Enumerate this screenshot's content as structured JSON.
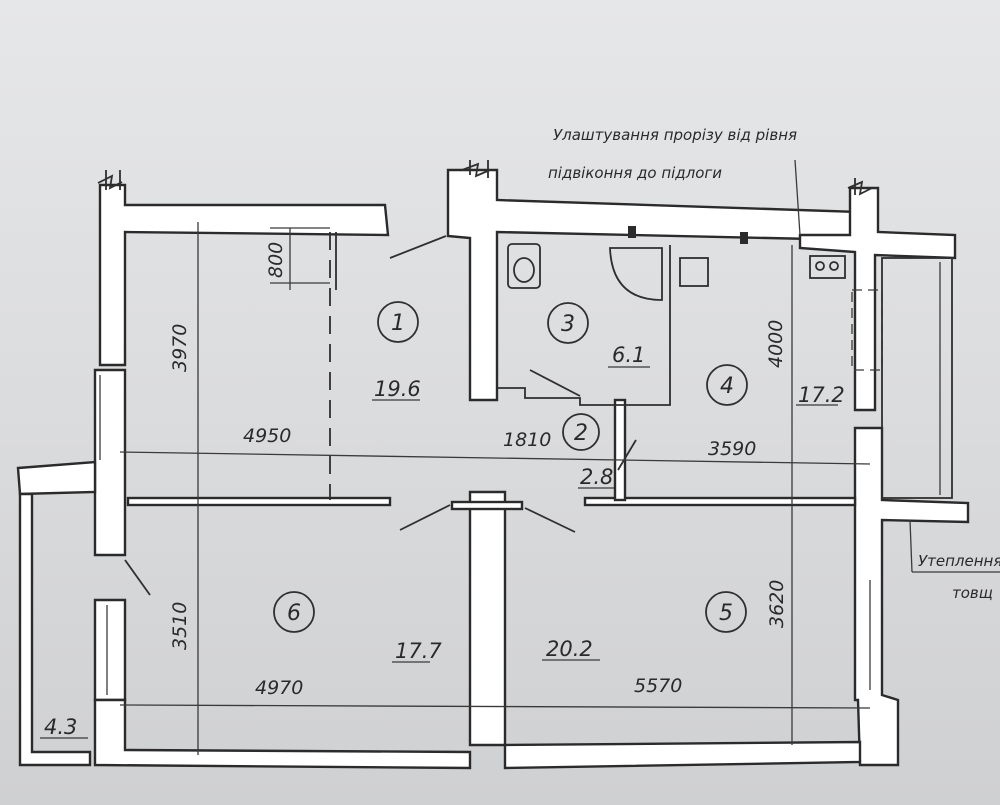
{
  "annotations": {
    "opening_line1": "Улаштування прорізу від рівня",
    "opening_line2": "підвіконня до підлоги",
    "insulation_line1": "Утеплення",
    "insulation_line2": "товщ"
  },
  "rooms": [
    {
      "number": "1",
      "area": "19.6"
    },
    {
      "number": "2",
      "area": "2.8"
    },
    {
      "number": "3",
      "area": "6.1"
    },
    {
      "number": "4",
      "area": "17.2"
    },
    {
      "number": "5",
      "area": "20.2"
    },
    {
      "number": "6",
      "area": "17.7"
    }
  ],
  "balcony_area": "4.3",
  "dimensions": {
    "d800": "800",
    "d3970": "3970",
    "d4950": "4950",
    "d1810": "1810",
    "d3590": "3590",
    "d4000": "4000",
    "d3510": "3510",
    "d4970": "4970",
    "d5570": "5570",
    "d3620": "3620"
  },
  "colors": {
    "paper": "#e6e7e9",
    "ink": "#2b2b2b",
    "wall_fill": "#ffffff"
  }
}
